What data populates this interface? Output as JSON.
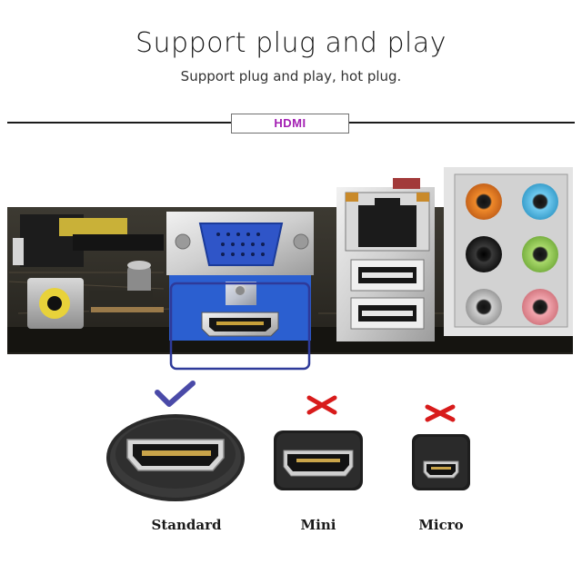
{
  "header": {
    "title": "Support plug and play",
    "subtitle": "Support plug and play, hot plug."
  },
  "section_tag": {
    "label": "HDMI",
    "color": "#a31fb3"
  },
  "connectors": [
    {
      "label": "Standard",
      "status": "check",
      "status_color": "#4a4aa8"
    },
    {
      "label": "Mini",
      "status": "cross",
      "status_color": "#d81b1b"
    },
    {
      "label": "Micro",
      "status": "cross",
      "status_color": "#d81b1b"
    }
  ],
  "colors": {
    "highlight_blue": "#2e3a9a",
    "vga_blue": "#2f55c8",
    "bracket_blue": "#2b5fd0"
  }
}
